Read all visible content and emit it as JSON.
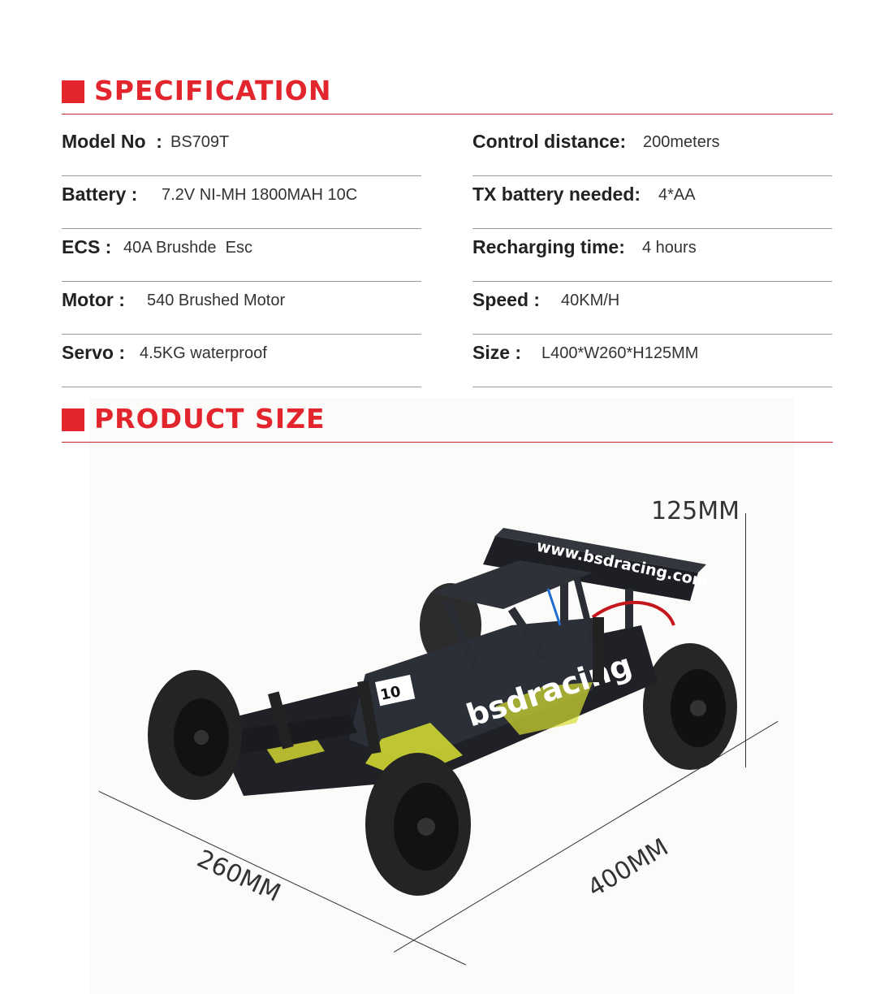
{
  "spec_section": {
    "title": "SPECIFICATION",
    "left": [
      {
        "label": "Model No  :",
        "value": "BS709T"
      },
      {
        "label": "Battery :",
        "value": "7.2V NI-MH 1800MAH 10C"
      },
      {
        "label": "ECS :",
        "value": "40A Brushde  Esc"
      },
      {
        "label": "Motor :",
        "value": "540 Brushed Motor"
      },
      {
        "label": "Servo :",
        "value": "4.5KG waterproof"
      }
    ],
    "right": [
      {
        "label": "Control distance:",
        "value": "200meters"
      },
      {
        "label": "TX battery needed:",
        "value": "4*AA"
      },
      {
        "label": "Recharging time:",
        "value": "4 hours"
      },
      {
        "label": "Speed :",
        "value": "40KM/H"
      },
      {
        "label": "Size :",
        "value": "L400*W260*H125MM"
      }
    ]
  },
  "size_section": {
    "title": "PRODUCT SIZE",
    "height_label": "125MM",
    "width_label": "260MM",
    "length_label": "400MM",
    "wing_text": "www.bsdracing.com",
    "body_text": "bsdracing",
    "number_plate": "10"
  },
  "colors": {
    "accent": "#e3262e",
    "divider": "#9a9a9a",
    "car_body": "#2b2f38",
    "car_accent": "#d9e032"
  }
}
